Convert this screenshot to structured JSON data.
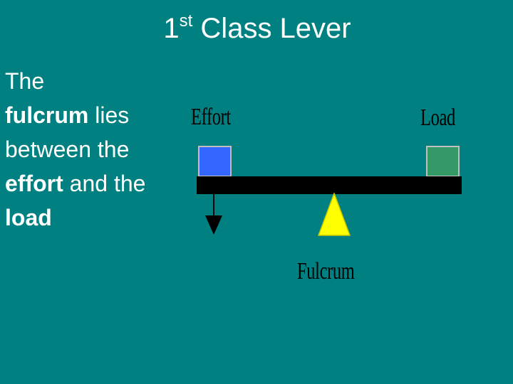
{
  "slide": {
    "title": {
      "number": "1",
      "superscript": "st",
      "text": "Class Lever"
    },
    "body": {
      "t1": "The",
      "t2": "fulcrum",
      "t3": " lies between the ",
      "t4": "effort",
      "t5": " and the ",
      "t6": "load"
    }
  },
  "diagram": {
    "labels": {
      "effort": "Effort",
      "load": "Load",
      "fulcrum": "Fulcrum"
    },
    "colors": {
      "background": "#008080",
      "effort_box": "#3366ff",
      "load_box": "#339966",
      "fulcrum": "#ffff00",
      "beam": "#000000"
    },
    "icons": {
      "effort_arrow": "down-arrow-icon",
      "fulcrum": "triangle-icon"
    }
  }
}
